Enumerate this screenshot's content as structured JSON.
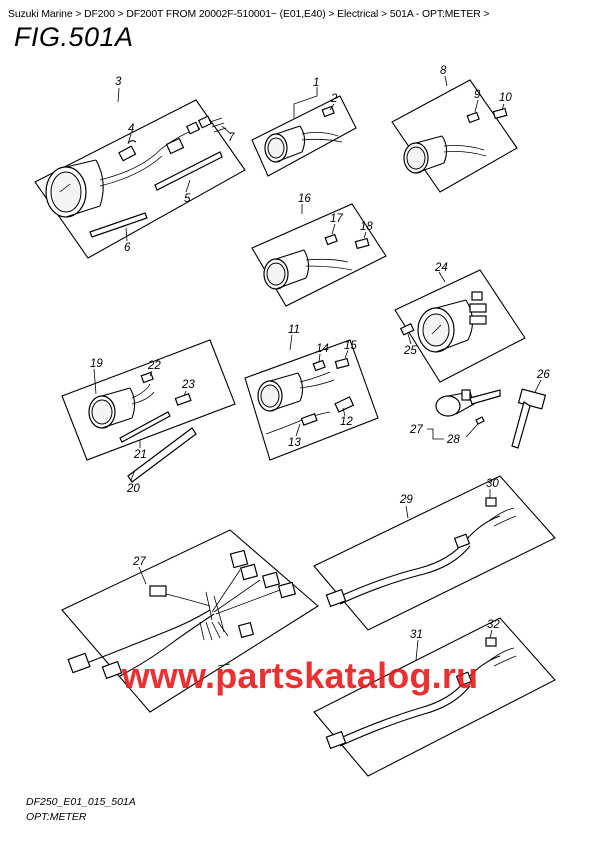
{
  "breadcrumb": {
    "items": [
      "Suzuki Marine",
      "DF200",
      "DF200T FROM 20002F-510001~ (E01,E40)",
      "Electrical",
      "501A - OPT:METER"
    ],
    "separator": " > "
  },
  "figure": {
    "title": "FIG.501A",
    "code": "DF250_E01_015_501A",
    "caption": "OPT:METER"
  },
  "watermark": {
    "text": "www.partskatalog.ru",
    "color": "#e61414"
  },
  "callouts": {
    "c1": "1",
    "c2": "2",
    "c3": "3",
    "c4": "4",
    "c5": "5",
    "c6": "6",
    "c7": "7",
    "c8": "8",
    "c9": "9",
    "c10": "10",
    "c11": "11",
    "c12": "12",
    "c13": "13",
    "c14": "14",
    "c15": "15",
    "c16": "16",
    "c17": "17",
    "c18": "18",
    "c19": "19",
    "c20": "20",
    "c21": "21",
    "c22": "22",
    "c23": "23",
    "c24": "24",
    "c25": "25",
    "c26": "26",
    "c27a": "27",
    "c27b": "27",
    "c28": "28",
    "c29": "29",
    "c30": "30",
    "c31": "31",
    "c32": "32"
  }
}
